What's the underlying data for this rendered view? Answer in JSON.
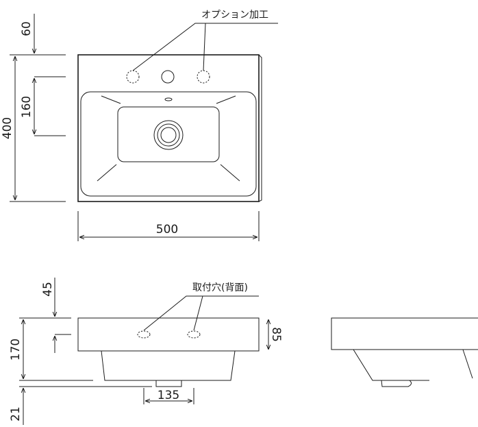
{
  "top_view": {
    "callout": "オプション加工",
    "dim_width": "500",
    "dim_depth": "400",
    "dim_top_offset": "60",
    "dim_hole_span": "160"
  },
  "front_view": {
    "callout": "取付穴(背面)",
    "dim_offset": "45",
    "dim_height": "170",
    "dim_drain_width": "135",
    "dim_drain_height": "21",
    "dim_rim": "85"
  },
  "side_view": {}
}
